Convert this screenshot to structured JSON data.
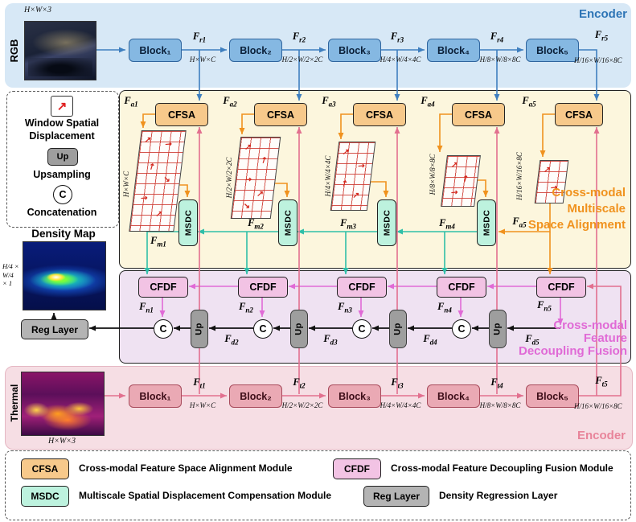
{
  "colors": {
    "rgb_band": "#d7e8f6",
    "rgb_block": "#85b8e2",
    "alignment_bg": "#fcf6dd",
    "cfsa": "#f7c98b",
    "msdc": "#bdf2de",
    "fusion_bg": "#efe2f2",
    "cfdf": "#f2c3e4",
    "thermal_band": "#f6dee4",
    "thermal_block": "#eaa9b4",
    "up_gray": "#9e9e9e",
    "reg_gray": "#b4b4b4",
    "alignment_title": "#f0921e",
    "fusion_title": "#e06ad6",
    "rgb_title": "#2e75b6",
    "thermal_title": "#e8849a",
    "arrow_blue": "#3f7fbf",
    "arrow_orange": "#f0921e",
    "arrow_teal": "#2fbfa8",
    "arrow_pink": "#e06ad6",
    "arrow_rose": "#e2708f"
  },
  "icons": {
    "displacement_arrow": "↗"
  },
  "rgb_encoder": {
    "section_label": "Encoder",
    "modality": "RGB",
    "input_dim": "H×W×3",
    "blocks": [
      "Block₁",
      "Block₂",
      "Block₃",
      "Block₄",
      "Block₅"
    ],
    "features": [
      {
        "base": "F",
        "sub": "r1",
        "dim": "H×W×C"
      },
      {
        "base": "F",
        "sub": "r2",
        "dim": "H/2×W/2×2C"
      },
      {
        "base": "F",
        "sub": "r3",
        "dim": "H/4×W/4×4C"
      },
      {
        "base": "F",
        "sub": "r4",
        "dim": "H/8×W/8×8C"
      },
      {
        "base": "F",
        "sub": "r5",
        "dim": "H/16×W/16×8C"
      }
    ]
  },
  "alignment": {
    "title_lines": [
      "Cross-modal",
      "Multiscale",
      "Space Alignment"
    ],
    "cfsa_label": "CFSA",
    "msdc_label": "MSDC",
    "aligned_features": [
      {
        "base": "F",
        "sub": "a1"
      },
      {
        "base": "F",
        "sub": "a2"
      },
      {
        "base": "F",
        "sub": "a3"
      },
      {
        "base": "F",
        "sub": "a4"
      },
      {
        "base": "F",
        "sub": "a5"
      }
    ],
    "grid_dims": [
      "H×W×C",
      "H/2×W/2×2C",
      "H/4×W/4×4C",
      "H/8×W/8×8C",
      "H/16×W/16×8C"
    ],
    "compensated_features": [
      {
        "base": "F",
        "sub": "m1"
      },
      {
        "base": "F",
        "sub": "m2"
      },
      {
        "base": "F",
        "sub": "m3"
      },
      {
        "base": "F",
        "sub": "m4"
      }
    ]
  },
  "fusion": {
    "title_lines": [
      "Cross-modal",
      "Feature",
      "Decoupling Fusion"
    ],
    "cfdf_label": "CFDF",
    "up_label": "Up",
    "concat_label": "C",
    "reg_layer_label": "Reg Layer",
    "decoupled_features": [
      {
        "base": "F",
        "sub": "n1"
      },
      {
        "base": "F",
        "sub": "n2"
      },
      {
        "base": "F",
        "sub": "n3"
      },
      {
        "base": "F",
        "sub": "n4"
      },
      {
        "base": "F",
        "sub": "n5"
      }
    ],
    "decoded_features": [
      {
        "base": "F",
        "sub": "d2"
      },
      {
        "base": "F",
        "sub": "d3"
      },
      {
        "base": "F",
        "sub": "d4"
      },
      {
        "base": "F",
        "sub": "d5"
      }
    ]
  },
  "density": {
    "title": "Density Map",
    "dim": "H/4 ×\nW/4\n× 1"
  },
  "thermal_encoder": {
    "section_label": "Encoder",
    "modality": "Thermal",
    "input_dim": "H×W×3",
    "blocks": [
      "Block₁",
      "Block₂",
      "Block₃",
      "Block₄",
      "Block₅"
    ],
    "features": [
      {
        "base": "F",
        "sub": "t1",
        "dim": "H×W×C"
      },
      {
        "base": "F",
        "sub": "t2",
        "dim": "H/2×W/2×2C"
      },
      {
        "base": "F",
        "sub": "t3",
        "dim": "H/4×W/4×4C"
      },
      {
        "base": "F",
        "sub": "t4",
        "dim": "H/8×W/8×8C"
      },
      {
        "base": "F",
        "sub": "t5",
        "dim": "H/16×W/16×8C"
      }
    ]
  },
  "legend_panel": {
    "wsd_lines": [
      "Window Spatial",
      "Displacement"
    ],
    "up_label": "Up",
    "upsampling_label": "Upsampling",
    "concat_label": "C",
    "concat_name": "Concatenation"
  },
  "legend_bottom": {
    "items": [
      {
        "key": "CFSA",
        "desc": "Cross-modal Feature Space Alignment Module"
      },
      {
        "key": "CFDF",
        "desc": "Cross-modal Feature Decoupling Fusion Module"
      },
      {
        "key": "MSDC",
        "desc": "Multiscale Spatial Displacement Compensation Module"
      },
      {
        "key": "Reg Layer",
        "desc": "Density Regression Layer"
      }
    ]
  }
}
